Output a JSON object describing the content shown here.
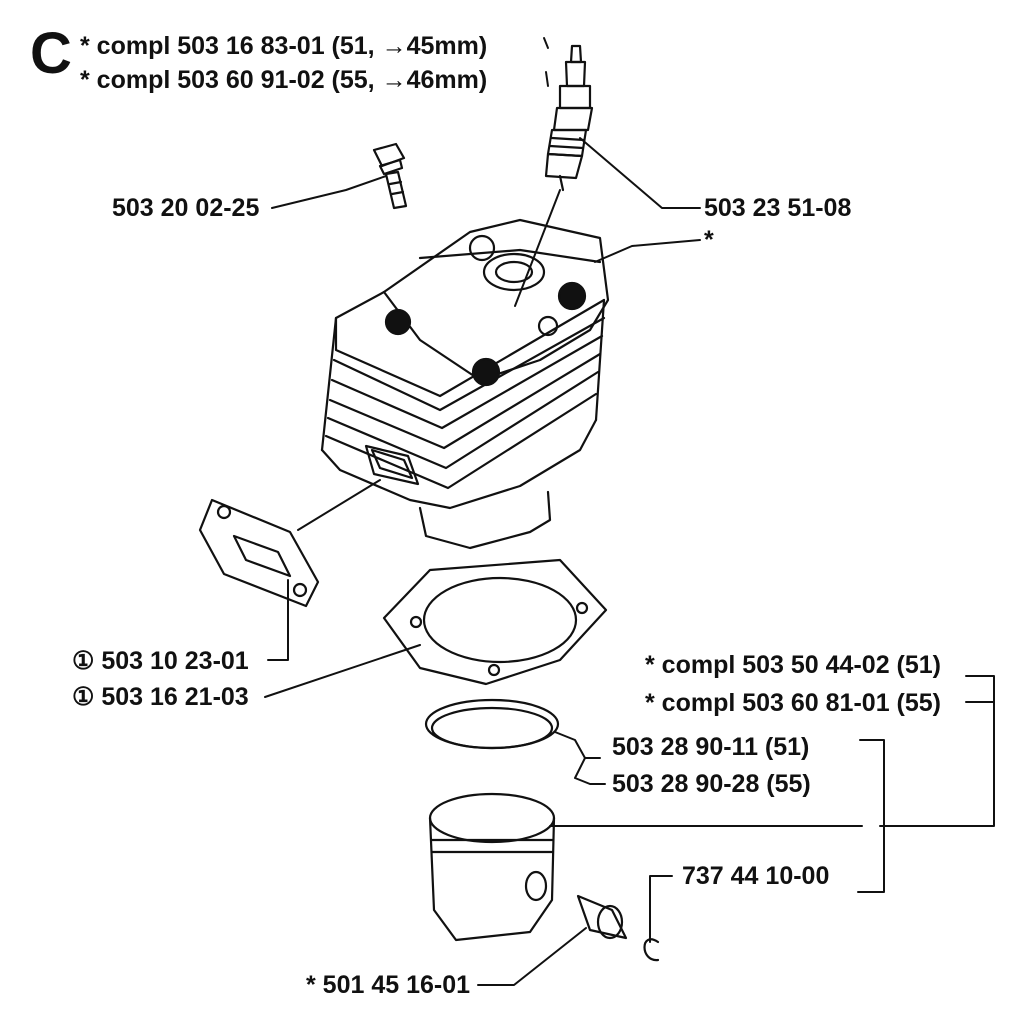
{
  "diagram": {
    "section_letter": "C",
    "labels": {
      "cyl_compl_51": "* compl 503 16 83-01 (51, →45mm)",
      "cyl_compl_55": "* compl 503 60 91-02 (55, →46mm)",
      "spark_plug": "503 23 51-08",
      "bolt": "503 20 02-25",
      "cylinder_star": "*",
      "gasket_exhaust": "① 503 10 23-01",
      "gasket_base": "① 503 16 21-03",
      "piston_compl_51": "* compl 503 50 44-02 (51)",
      "piston_compl_55": "* compl 503 60 81-01 (55)",
      "ring_51": "503 28 90-11 (51)",
      "ring_55": "503 28 90-28 (55)",
      "circlip": "737 44 10-00",
      "bearing": "* 501 45 16-01"
    }
  }
}
